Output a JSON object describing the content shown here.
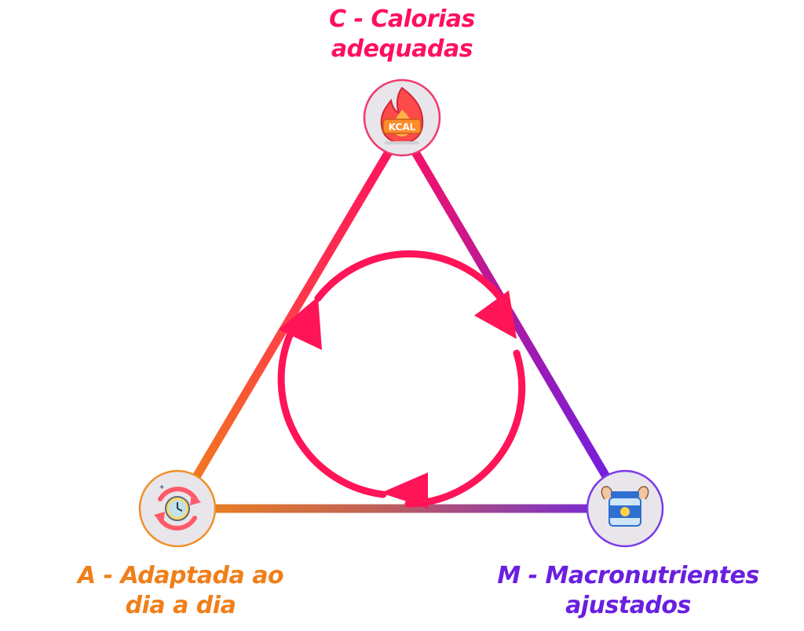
{
  "colors": {
    "pink": "#ff0f5f",
    "orange": "#f07f1a",
    "purple": "#6a1fe0",
    "cycle_arrow": "#ff1457",
    "node_fill": "#e8e6ea",
    "node_border_top": "#f2386c",
    "node_border_left": "#f0902a",
    "node_border_right": "#7b3ae8"
  },
  "nodes": {
    "top": {
      "line1": "C - Calorias",
      "line2": "adequadas",
      "icon": "fire-kcal-icon",
      "icon_text": "KCAL"
    },
    "left": {
      "line1": "A - Adaptada ao",
      "line2": "dia a dia",
      "icon": "clock-cycle-icon"
    },
    "right": {
      "line1": "M - Macronutrientes",
      "line2": "ajustados",
      "icon": "protein-jar-icon"
    }
  },
  "cycle": {
    "arrows": 3,
    "direction": "clockwise"
  }
}
